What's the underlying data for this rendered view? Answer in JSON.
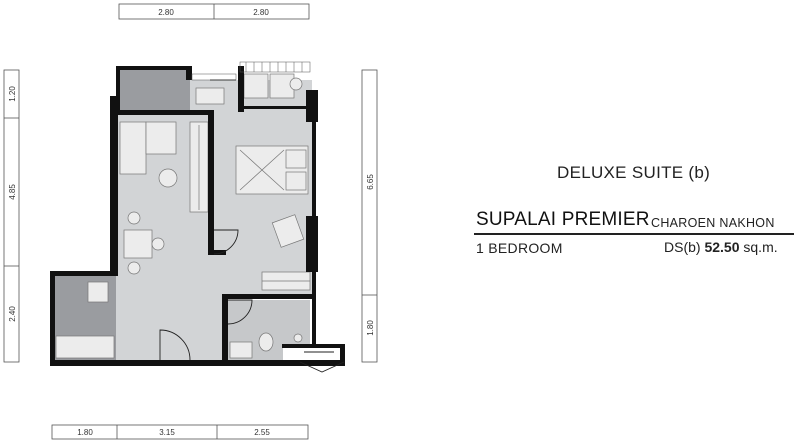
{
  "dimensions": {
    "top": [
      "2.80",
      "2.80"
    ],
    "bottom": [
      "1.80",
      "3.15",
      "2.55"
    ],
    "left": [
      "1.20",
      "4.85",
      "2.40"
    ],
    "right": [
      "6.65",
      "1.80"
    ]
  },
  "unit_type": "DELUXE SUITE (b)",
  "project": "SUPALAI PREMIER",
  "location": "CHAROEN NAKHON",
  "bedrooms": "1 BEDROOM",
  "area": {
    "code": "DS(b)",
    "value": "52.50",
    "unit": "sq.m."
  },
  "colors": {
    "wall": "#111111",
    "floor": "#d2d4d6",
    "wet_area": "#9a9ca0",
    "furniture": "#ececec"
  }
}
